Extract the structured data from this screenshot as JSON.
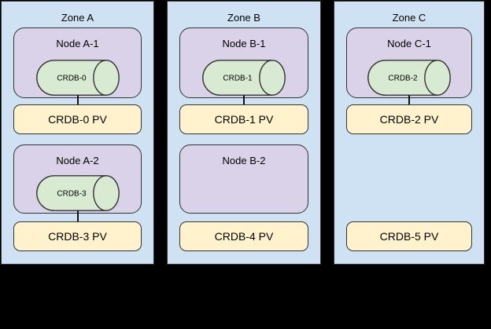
{
  "colors": {
    "background": "#000000",
    "zone_fill": "#cfe2f3",
    "node_fill": "#d9d2e9",
    "pv_fill": "#fff2cc",
    "pod_fill": "#d9ead3",
    "border": "#333333"
  },
  "zones": [
    {
      "title": "Zone A",
      "slots": [
        {
          "node_title": "Node A-1",
          "pod_label": "CRDB-0",
          "pv_label": "CRDB-0 PV",
          "pod_connected_to_pv": true
        },
        {
          "node_title": "Node A-2",
          "pod_label": "CRDB-3",
          "pv_label": "CRDB-3 PV",
          "pod_connected_to_pv": true
        }
      ]
    },
    {
      "title": "Zone B",
      "slots": [
        {
          "node_title": "Node B-1",
          "pod_label": "CRDB-1",
          "pv_label": "CRDB-1 PV",
          "pod_connected_to_pv": true
        },
        {
          "node_title": "Node B-2",
          "pod_label": null,
          "pv_label": "CRDB-4 PV",
          "pod_connected_to_pv": false
        }
      ]
    },
    {
      "title": "Zone C",
      "slots": [
        {
          "node_title": "Node C-1",
          "pod_label": "CRDB-2",
          "pv_label": "CRDB-2 PV",
          "pod_connected_to_pv": true
        },
        {
          "node_title": null,
          "pod_label": null,
          "pv_label": "CRDB-5 PV",
          "pod_connected_to_pv": false
        }
      ]
    }
  ]
}
